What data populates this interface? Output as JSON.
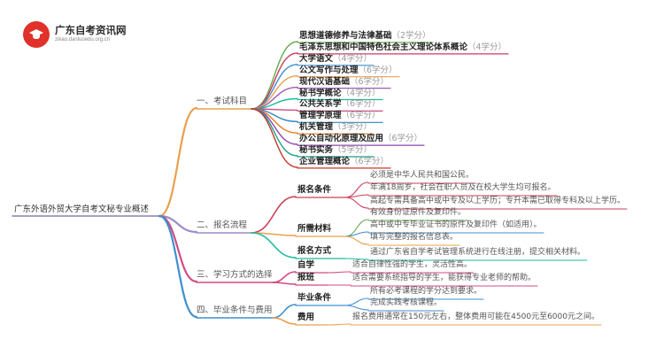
{
  "brand": {
    "name": "广东自考资讯网",
    "url": "zikao.danluoedu.org.cn"
  },
  "accent_color": "#e0312b",
  "root": "广东外语外贸大学自考文秘专业概述",
  "sections": [
    {
      "label": "一、考试科目",
      "color": "#e8a04c",
      "items": [
        {
          "name": "思想道德修养与法律基础",
          "credit": "（2学分）",
          "color": "#6aa84f"
        },
        {
          "name": "毛泽东思想和中国特色社会主义理论体系概论",
          "credit": "（4学分）",
          "color": "#cc3d5a"
        },
        {
          "name": "大学语文",
          "credit": "（4学分）",
          "color": "#3f8fd0"
        },
        {
          "name": "公文写作与处理",
          "credit": "（6学分）",
          "color": "#e8a04c"
        },
        {
          "name": "现代汉语基础",
          "credit": "（6学分）",
          "color": "#9b59b6"
        },
        {
          "name": "秘书学概论",
          "credit": "（4学分）",
          "color": "#1abc9c"
        },
        {
          "name": "公共关系学",
          "credit": "（6学分）",
          "color": "#d14b83"
        },
        {
          "name": "管理学原理",
          "credit": "（6学分）",
          "color": "#2e86c1"
        },
        {
          "name": "机关管理",
          "credit": "（3学分）",
          "color": "#e67e22"
        },
        {
          "name": "办公自动化原理及应用",
          "credit": "（6学分）",
          "color": "#8e44ad"
        },
        {
          "name": "秘书实务",
          "credit": "（5学分）",
          "color": "#16a085"
        },
        {
          "name": "企业管理概论",
          "credit": "（6学分）",
          "color": "#c0392b"
        }
      ]
    },
    {
      "label": "二、报名流程",
      "color": "#9b8bc7",
      "subs": [
        {
          "name": "报名条件",
          "color": "#cc3d5a",
          "notes": [
            "必须是中华人民共和国公民。",
            "年满18周岁，社会在职人员及在校大学生均可报名。",
            "高起专需具备高中或中专及以上学历；专升本需已取得专科及以上学历。"
          ],
          "note_colors": [
            "#cc3d5a",
            "#cc3d5a",
            "#cc3d5a"
          ]
        },
        {
          "name": "所需材料",
          "color": "#e8a04c",
          "notes": [
            "有效身份证原件及复印件。",
            "高中或中专毕业证书的原件及复印件（如适用）。",
            "填写完整的报名信息表。"
          ],
          "note_colors": [
            "#6aa84f",
            "#3f8fd0",
            "#e8a04c"
          ]
        },
        {
          "name": "报名方式",
          "color": "#1abc9c",
          "notes": [
            "通过广东省自学考试管理系统进行在线注册，提交相关材料。"
          ],
          "note_colors": [
            "#1abc9c"
          ]
        }
      ]
    },
    {
      "label": "三、学习方式的选择",
      "color": "#d14b83",
      "subs": [
        {
          "name": "自学",
          "color": "#d14b83",
          "notes": [
            "适合自律性强的学生，灵活性高。"
          ],
          "note_colors": [
            "#d14b83"
          ]
        },
        {
          "name": "报班",
          "color": "#d14b83",
          "notes": [
            "适合需要系统指导的学生，能获得专业老师的帮助。"
          ],
          "note_colors": [
            "#d14b83"
          ]
        }
      ]
    },
    {
      "label": "四、毕业条件与费用",
      "color": "#3f8fd0",
      "subs": [
        {
          "name": "毕业条件",
          "color": "#3f8fd0",
          "notes": [
            "所有必考课程的学分达到要求。",
            "完成实践考核课程。"
          ],
          "note_colors": [
            "#3f8fd0",
            "#3f8fd0"
          ]
        },
        {
          "name": "费用",
          "color": "#e8a04c",
          "notes": [
            "报名费用通常在150元左右，整体费用可能在4500元至6000元之间。"
          ],
          "note_colors": [
            "#e8a04c"
          ]
        }
      ]
    }
  ]
}
